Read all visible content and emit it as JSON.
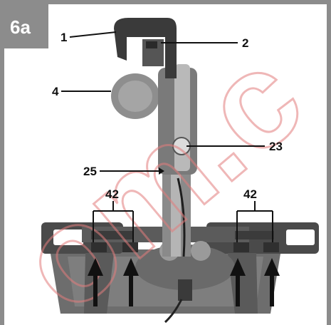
{
  "figure": {
    "badge": "6a",
    "callouts": {
      "c1": "1",
      "c2": "2",
      "c4": "4",
      "c23": "23",
      "c25": "25",
      "c42_left": "42",
      "c42_right": "42"
    },
    "watermark_text": "om.c",
    "colors": {
      "badge_bg": "#8c8c8c",
      "frame": "#8c8c8c",
      "watermark": "#e27d7d",
      "arrow": "#111111"
    }
  }
}
